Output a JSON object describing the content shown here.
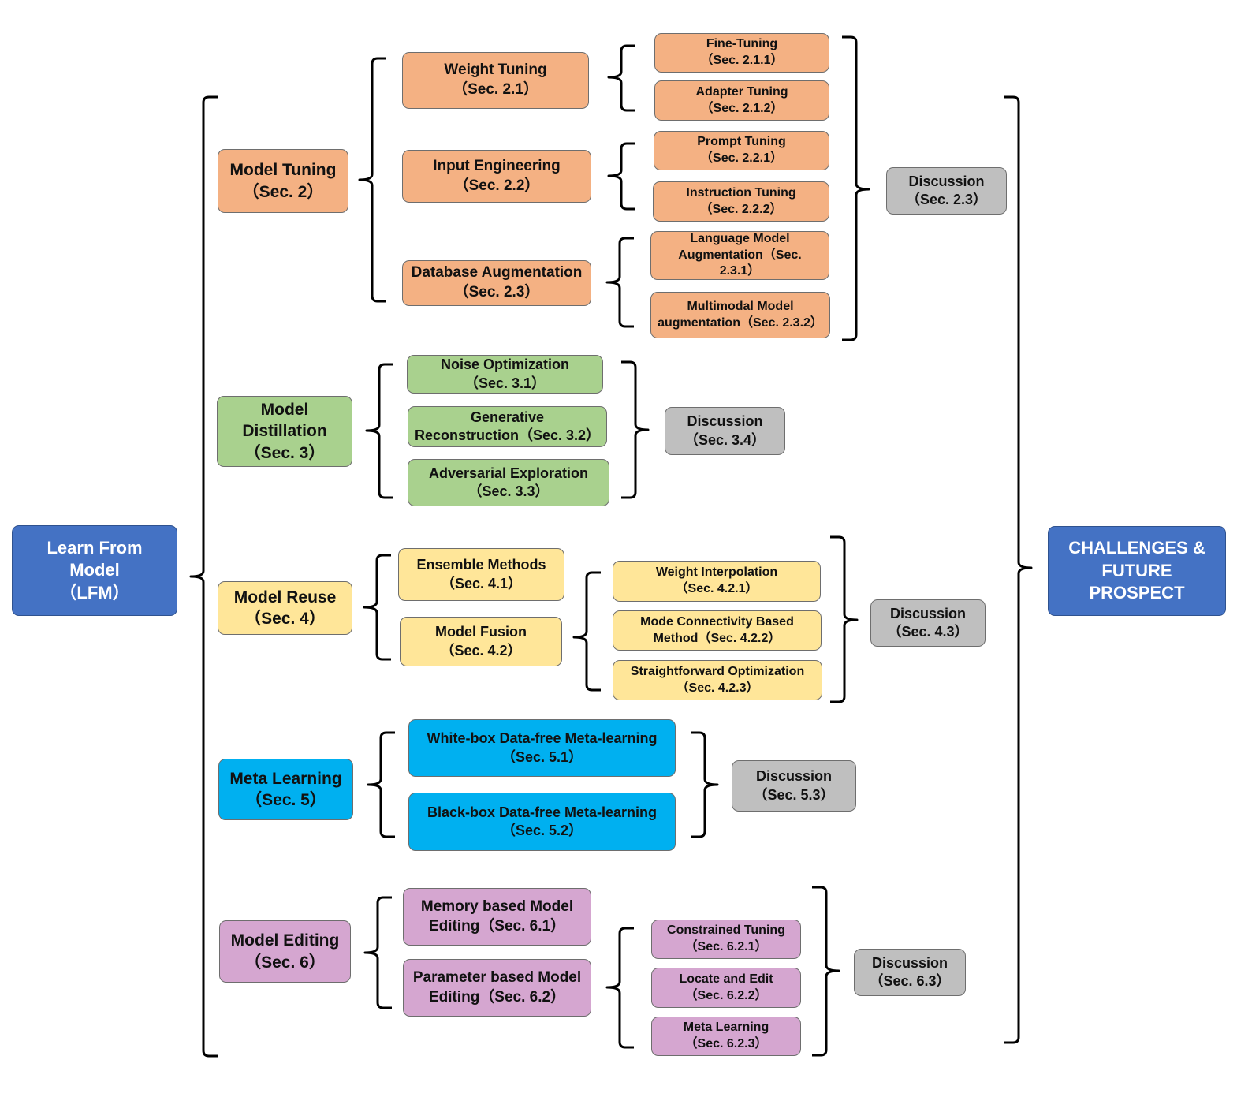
{
  "root": {
    "line1": "Learn From",
    "line2": "Model",
    "line3": "（LFM）"
  },
  "outcome": {
    "line1": "CHALLENGES &",
    "line2": "FUTURE",
    "line3": "PROSPECT"
  },
  "tuning": {
    "title": "Model Tuning",
    "sec": "（Sec. 2）",
    "weight": {
      "title": "Weight Tuning",
      "sec": "（Sec. 2.1）",
      "fine": {
        "title": "Fine-Tuning",
        "sec": "（Sec. 2.1.1）"
      },
      "adapter": {
        "title": "Adapter Tuning",
        "sec": "（Sec. 2.1.2）"
      }
    },
    "input": {
      "title": "Input Engineering",
      "sec": "（Sec. 2.2）",
      "prompt": {
        "title": "Prompt Tuning",
        "sec": "（Sec. 2.2.1）"
      },
      "instruction": {
        "title": "Instruction Tuning",
        "sec": "（Sec. 2.2.2）"
      }
    },
    "database": {
      "title": "Database Augmentation",
      "sec": "（Sec. 2.3）",
      "language": {
        "line1": "Language Model",
        "line2": "Augmentation（Sec.",
        "line3": "2.3.1）"
      },
      "multimodal": {
        "line1": "Multimodal Model",
        "line2": "augmentation（Sec. 2.3.2）"
      }
    },
    "discussion": {
      "title": "Discussion",
      "sec": "（Sec. 2.3）"
    }
  },
  "distillation": {
    "line1": "Model",
    "line2": "Distillation",
    "sec": "（Sec. 3）",
    "noise": {
      "title": "Noise Optimization",
      "sec": "（Sec. 3.1）"
    },
    "generative": {
      "line1": "Generative",
      "line2": "Reconstruction（Sec. 3.2）"
    },
    "adversarial": {
      "title": "Adversarial Exploration",
      "sec": "（Sec. 3.3）"
    },
    "discussion": {
      "title": "Discussion",
      "sec": "（Sec. 3.4）"
    }
  },
  "reuse": {
    "title": "Model Reuse",
    "sec": "（Sec. 4）",
    "ensemble": {
      "title": "Ensemble Methods",
      "sec": "（Sec. 4.1）"
    },
    "fusion": {
      "title": "Model Fusion",
      "sec": "（Sec. 4.2）",
      "interp": {
        "title": "Weight Interpolation",
        "sec": "（Sec. 4.2.1）"
      },
      "mode": {
        "line1": "Mode Connectivity Based",
        "line2": "Method（Sec. 4.2.2）"
      },
      "straight": {
        "title": "Straightforward Optimization",
        "sec": "（Sec. 4.2.3）"
      }
    },
    "discussion": {
      "title": "Discussion",
      "sec": "（Sec. 4.3）"
    }
  },
  "meta": {
    "title": "Meta Learning",
    "sec": "（Sec. 5）",
    "white": {
      "title": "White-box Data-free Meta-learning",
      "sec": "（Sec. 5.1）"
    },
    "black": {
      "title": "Black-box Data-free Meta-learning",
      "sec": "（Sec. 5.2）"
    },
    "discussion": {
      "title": "Discussion",
      "sec": "（Sec. 5.3）"
    }
  },
  "editing": {
    "title": "Model Editing",
    "sec": "（Sec. 6）",
    "memory": {
      "line1": "Memory based Model",
      "line2": "Editing（Sec. 6.1）"
    },
    "param": {
      "line1": "Parameter based Model",
      "line2": "Editing（Sec. 6.2）",
      "constrained": {
        "title": "Constrained Tuning",
        "sec": "（Sec. 6.2.1）"
      },
      "locate": {
        "title": "Locate and Edit",
        "sec": "（Sec. 6.2.2）"
      },
      "metalearn": {
        "title": "Meta Learning",
        "sec": "（Sec. 6.2.3）"
      }
    },
    "discussion": {
      "title": "Discussion",
      "sec": "（Sec. 6.3）"
    }
  }
}
